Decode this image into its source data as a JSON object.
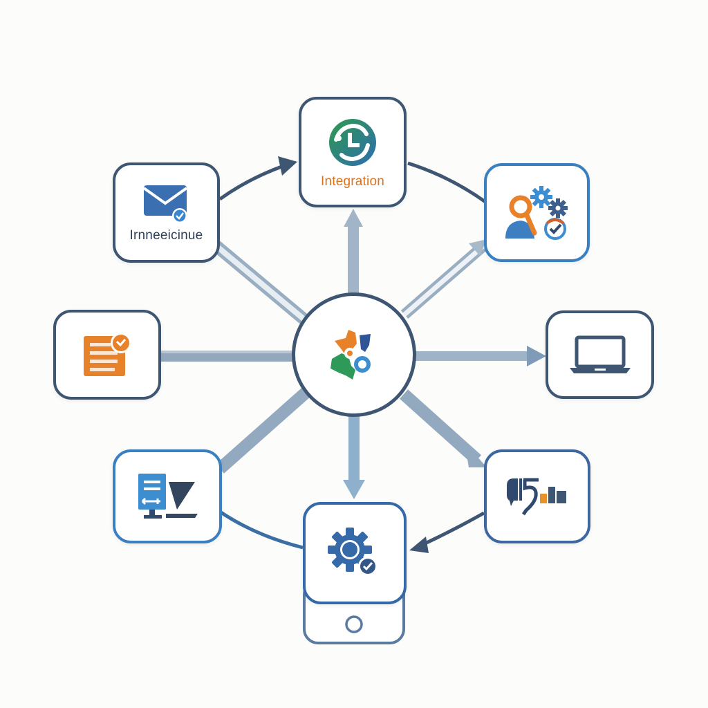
{
  "diagram": {
    "type": "hub-and-spoke integration diagram",
    "colors": {
      "border_dark": "#3e5672",
      "border_blue": "#3a7fc0",
      "connector_light": "#9fb2c6",
      "connector_dark": "#3e5672",
      "accent_orange": "#e8822a",
      "accent_green": "#2e9a5a",
      "accent_blue": "#3d7fc1",
      "background": "#fcfcfb"
    },
    "hub": {
      "icon": "gears-cluster-icon"
    },
    "nodes": [
      {
        "id": "top",
        "icon": "sync-circle-icon",
        "label": "Integration",
        "label_color": "#d8731f"
      },
      {
        "id": "top-left",
        "icon": "email-check-icon",
        "label": "Irnneeicinue",
        "label_color": "#2f3e52"
      },
      {
        "id": "top-right",
        "icon": "user-gears-check-icon",
        "label": ""
      },
      {
        "id": "left",
        "icon": "document-check-icon",
        "label": ""
      },
      {
        "id": "right",
        "icon": "laptop-icon",
        "label": ""
      },
      {
        "id": "bottom-left",
        "icon": "server-terminal-icon",
        "label": ""
      },
      {
        "id": "bottom-right",
        "icon": "analytics-chart-icon",
        "label": ""
      },
      {
        "id": "bottom",
        "icon": "gear-check-mobile-icon",
        "label": ""
      }
    ],
    "connections": [
      {
        "from": "hub",
        "to": "top",
        "style": "arrow-light"
      },
      {
        "from": "hub",
        "to": "top-left",
        "style": "bar-light"
      },
      {
        "from": "hub",
        "to": "top-right",
        "style": "arrow-light-outline"
      },
      {
        "from": "hub",
        "to": "left",
        "style": "bar-light"
      },
      {
        "from": "hub",
        "to": "right",
        "style": "arrow-light"
      },
      {
        "from": "hub",
        "to": "bottom-left",
        "style": "bar-light"
      },
      {
        "from": "hub",
        "to": "bottom-right",
        "style": "arrow-light"
      },
      {
        "from": "hub",
        "to": "bottom",
        "style": "arrow-light"
      },
      {
        "from": "top-left",
        "to": "top",
        "style": "curve-dark-arrow"
      },
      {
        "from": "top",
        "to": "top-right",
        "style": "curve-dark"
      },
      {
        "from": "bottom-right",
        "to": "bottom",
        "style": "curve-dark-arrow"
      },
      {
        "from": "bottom-left",
        "to": "bottom",
        "style": "curve-blue"
      }
    ]
  }
}
